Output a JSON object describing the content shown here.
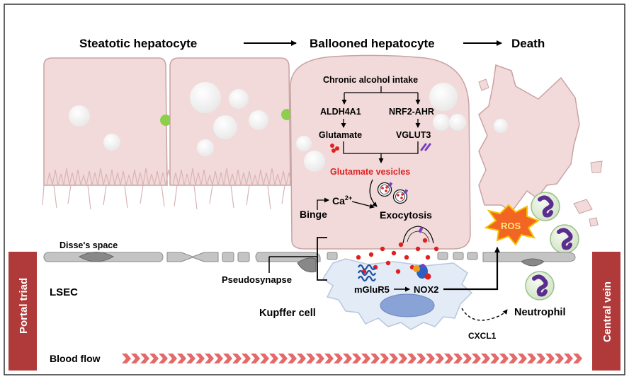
{
  "stages": {
    "steatotic": "Steatotic hepatocyte",
    "ballooned": "Ballooned hepatocyte",
    "death": "Death"
  },
  "pathway": {
    "intake": "Chronic alcohol intake",
    "aldh": "ALDH4A1",
    "nrf2": "NRF2-AHR",
    "glutamate": "Glutamate",
    "vglut3": "VGLUT3",
    "vesicles": "Glutamate vesicles",
    "calcium_base": "Ca",
    "calcium_sup": "2+",
    "binge": "Binge",
    "exocytosis": "Exocytosis"
  },
  "labels": {
    "disse": "Disse's space",
    "pseudosynapse": "Pseudosynapse",
    "lsec": "LSEC",
    "kupffer": "Kupffer cell",
    "mglur5": "mGluR5",
    "nox2": "NOX2",
    "ros": "ROS",
    "neutrophil": "Neutrophil",
    "cxcl1": "CXCL1",
    "portal": "Portal triad",
    "central": "Central vein",
    "blood_flow": "Blood flow"
  },
  "colors": {
    "hepatocyte": "#f2dada",
    "hepatocyte_stroke": "#c9a3a3",
    "sinusoid_bar": "#b03a3a",
    "glutamate_red": "#e02020",
    "vglut_purple": "#7a3fc0",
    "ros_fill": "#f26522",
    "ros_text": "#ffe680",
    "arrow_chevron": "#e46a6a",
    "kupffer": "#e3ebf7",
    "lsec_gray": "#9a9a9a",
    "neutrophil_nucleus": "#5b2d8e"
  }
}
